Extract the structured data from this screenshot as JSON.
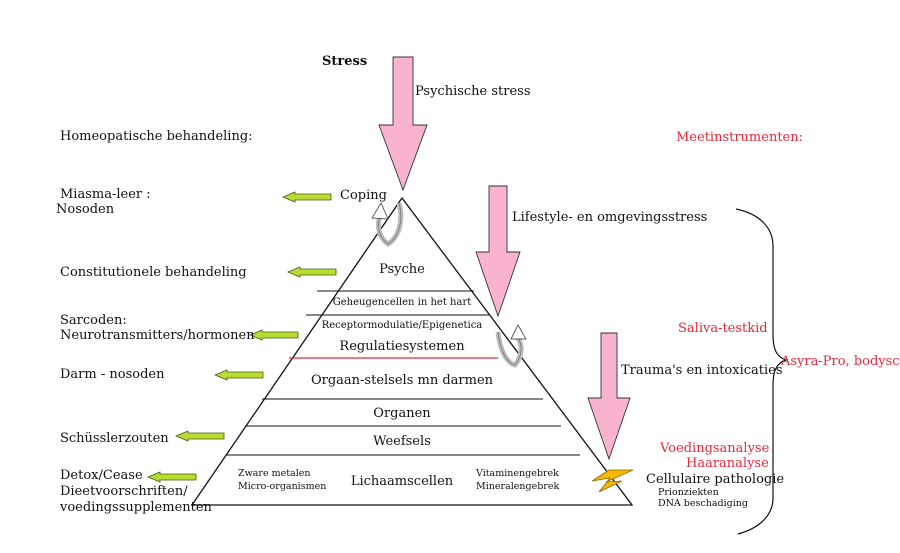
{
  "stress": {
    "title": "Stress",
    "psychic": "Psychische stress",
    "lifestyle": "Lifestyle- en omgevingsstress",
    "trauma": "Trauma's en intoxicaties"
  },
  "left": {
    "homeopathy": "Homeopatische behandeling:",
    "miasma": "Miasma-leer :",
    "nosodes": "Nosoden",
    "constitutional": "Constitutionele behandeling",
    "sarcodes": "Sarcoden:",
    "neuro": "Neurotransmitters/hormonen",
    "gut_nosodes": "Darm - nosoden",
    "schussler": "Schüsslerzouten",
    "detox": "Detox/Cease",
    "diet1": "Dieetvoorschriften/",
    "diet2": "voedingssupplementen"
  },
  "pyramid": {
    "coping": "Coping",
    "psyche": "Psyche",
    "memory": "Geheugencellen in het hart",
    "receptor": "Receptormodulatie/Epigenetica",
    "regulation": "Regulatiesystemen",
    "organ_systems": "Orgaan-stelsels mn darmen",
    "organs": "Organen",
    "tissues": "Weefsels",
    "cells": "Lichaamscellen",
    "heavy_metals": "Zware metalen",
    "micro_organisms": "Micro-organismen",
    "vitamin": "Vitaminengebrek",
    "mineral": "Mineralengebrek"
  },
  "right": {
    "instruments": "Meetinstrumenten:",
    "saliva": "Saliva-testkid",
    "asyra": "Asyra-Pro, bodyscan",
    "nutrition": "Voedingsanalyse",
    "hair": "Haaranalyse",
    "cell_pathology": "Cellulaire pathologie",
    "prion": "Prionziekten",
    "dna": "DNA beschadiging"
  },
  "colors": {
    "pink_arrow": "#f9b3ce",
    "green_arrow": "#b9dc32",
    "red_text": "#e8283c",
    "red_line": "#e8283c",
    "lightning": "#f6b800"
  },
  "icons": [
    "pink-down-arrow",
    "green-left-arrow",
    "curved-return-arrow",
    "lightning-bolt-icon",
    "curly-brace"
  ]
}
